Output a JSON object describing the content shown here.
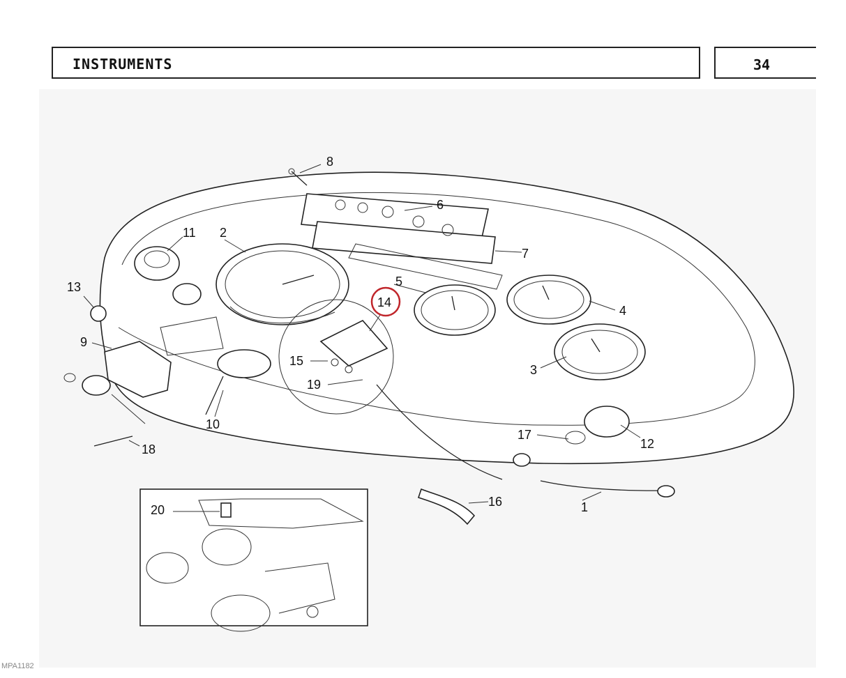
{
  "header": {
    "title": "INSTRUMENTS",
    "page_number": "34"
  },
  "footer": {
    "reference": "MPA1182"
  },
  "callouts": [
    "1",
    "2",
    "3",
    "4",
    "5",
    "6",
    "7",
    "8",
    "9",
    "10",
    "11",
    "12",
    "13",
    "14",
    "15",
    "16",
    "17",
    "18",
    "19",
    "20"
  ],
  "highlight": {
    "callout": "14",
    "color": "#c0262b"
  },
  "colors": {
    "line": "#222222",
    "background": "#f6f6f6"
  }
}
